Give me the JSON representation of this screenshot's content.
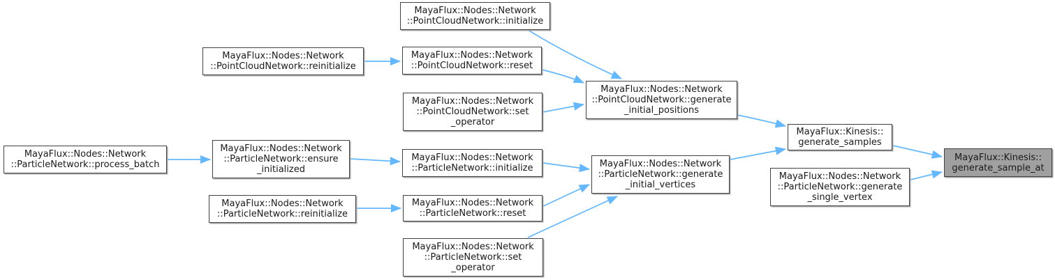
{
  "diagram": {
    "type": "doxygen-caller-graph",
    "colors": {
      "edge": "#63b8ff",
      "node_border": "#404040",
      "node_fill": "#ffffff",
      "highlight_fill": "#a0a0a0",
      "text": "#1a1a1a"
    },
    "nodes": {
      "pcn_initialize": {
        "label": "MayaFlux::Nodes::Network\n::PointCloudNetwork::initialize"
      },
      "pcn_reinitialize": {
        "label": "MayaFlux::Nodes::Network\n::PointCloudNetwork::reinitialize"
      },
      "pcn_reset": {
        "label": "MayaFlux::Nodes::Network\n::PointCloudNetwork::reset"
      },
      "pcn_set_operator": {
        "label": "MayaFlux::Nodes::Network\n::PointCloudNetwork::set\n_operator"
      },
      "pcn_generate_initial_positions": {
        "label": "MayaFlux::Nodes::Network\n::PointCloudNetwork::generate\n_initial_positions"
      },
      "kinesis_generate_samples": {
        "label": "MayaFlux::Kinesis::\ngenerate_samples"
      },
      "kinesis_generate_sample_at": {
        "label": "MayaFlux::Kinesis::\ngenerate_sample_at"
      },
      "pn_generate_single_vertex": {
        "label": "MayaFlux::Nodes::Network\n::ParticleNetwork::generate\n_single_vertex"
      },
      "pn_process_batch": {
        "label": "MayaFlux::Nodes::Network\n::ParticleNetwork::process_batch"
      },
      "pn_ensure_initialized": {
        "label": "MayaFlux::Nodes::Network\n::ParticleNetwork::ensure\n_initialized"
      },
      "pn_reinitialize": {
        "label": "MayaFlux::Nodes::Network\n::ParticleNetwork::reinitialize"
      },
      "pn_initialize": {
        "label": "MayaFlux::Nodes::Network\n::ParticleNetwork::initialize"
      },
      "pn_reset": {
        "label": "MayaFlux::Nodes::Network\n::ParticleNetwork::reset"
      },
      "pn_generate_initial_vertices": {
        "label": "MayaFlux::Nodes::Network\n::ParticleNetwork::generate\n_initial_vertices"
      },
      "pn_set_operator": {
        "label": "MayaFlux::Nodes::Network\n::ParticleNetwork::set\n_operator"
      }
    },
    "highlighted_node": "kinesis_generate_sample_at",
    "edges": [
      {
        "from": "pcn_initialize",
        "to": "pcn_generate_initial_positions"
      },
      {
        "from": "pcn_reinitialize",
        "to": "pcn_reset"
      },
      {
        "from": "pcn_reset",
        "to": "pcn_generate_initial_positions"
      },
      {
        "from": "pcn_set_operator",
        "to": "pcn_generate_initial_positions"
      },
      {
        "from": "pcn_generate_initial_positions",
        "to": "kinesis_generate_samples"
      },
      {
        "from": "kinesis_generate_samples",
        "to": "kinesis_generate_sample_at"
      },
      {
        "from": "pn_generate_single_vertex",
        "to": "kinesis_generate_sample_at"
      },
      {
        "from": "pn_process_batch",
        "to": "pn_ensure_initialized"
      },
      {
        "from": "pn_ensure_initialized",
        "to": "pn_initialize"
      },
      {
        "from": "pn_initialize",
        "to": "pn_generate_initial_vertices"
      },
      {
        "from": "pn_reinitialize",
        "to": "pn_reset"
      },
      {
        "from": "pn_reset",
        "to": "pn_generate_initial_vertices"
      },
      {
        "from": "pn_set_operator",
        "to": "pn_generate_initial_vertices"
      },
      {
        "from": "pn_generate_initial_vertices",
        "to": "kinesis_generate_samples"
      }
    ]
  }
}
